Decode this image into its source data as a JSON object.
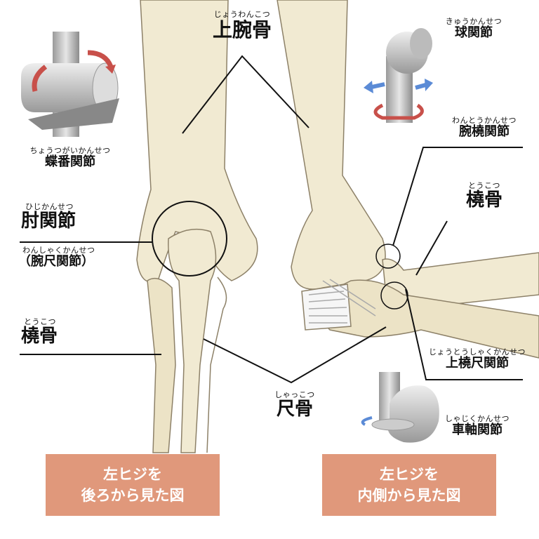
{
  "labels": {
    "humerus": {
      "ruby": "じょうわんこつ",
      "text": "上腕骨"
    },
    "hinge_joint": {
      "ruby": "ちょうつがいかんせつ",
      "text": "蝶番関節"
    },
    "elbow_joint": {
      "ruby": "ひじかんせつ",
      "text": "肘関節"
    },
    "humeroulnar_joint": {
      "ruby": "わんしゃくかんせつ",
      "text": "（腕尺関節）"
    },
    "radius_left": {
      "ruby": "とうこつ",
      "text": "橈骨"
    },
    "ulna": {
      "ruby": "しゃっこつ",
      "text": "尺骨"
    },
    "ball_joint": {
      "ruby": "きゅうかんせつ",
      "text": "球関節"
    },
    "humeroradial_joint": {
      "ruby": "わんとうかんせつ",
      "text": "腕橈関節"
    },
    "radius_right": {
      "ruby": "とうこつ",
      "text": "橈骨"
    },
    "proximal_radioulnar_joint": {
      "ruby": "じょうとうしゃくかんせつ",
      "text": "上橈尺関節"
    },
    "pivot_joint": {
      "ruby": "しゃじくかんせつ",
      "text": "車軸関節"
    }
  },
  "captions": {
    "back_view": {
      "line1": "左ヒジを",
      "line2": "後ろから見た図"
    },
    "inner_view": {
      "line1": "左ヒジを",
      "line2": "内側から見た図"
    }
  },
  "colors": {
    "bone": "#f1ead2",
    "bone_shade": "#d9cfae",
    "caption_bg": "#e0987b",
    "arrow_red": "#c8504a",
    "arrow_blue": "#5b8bd6"
  }
}
